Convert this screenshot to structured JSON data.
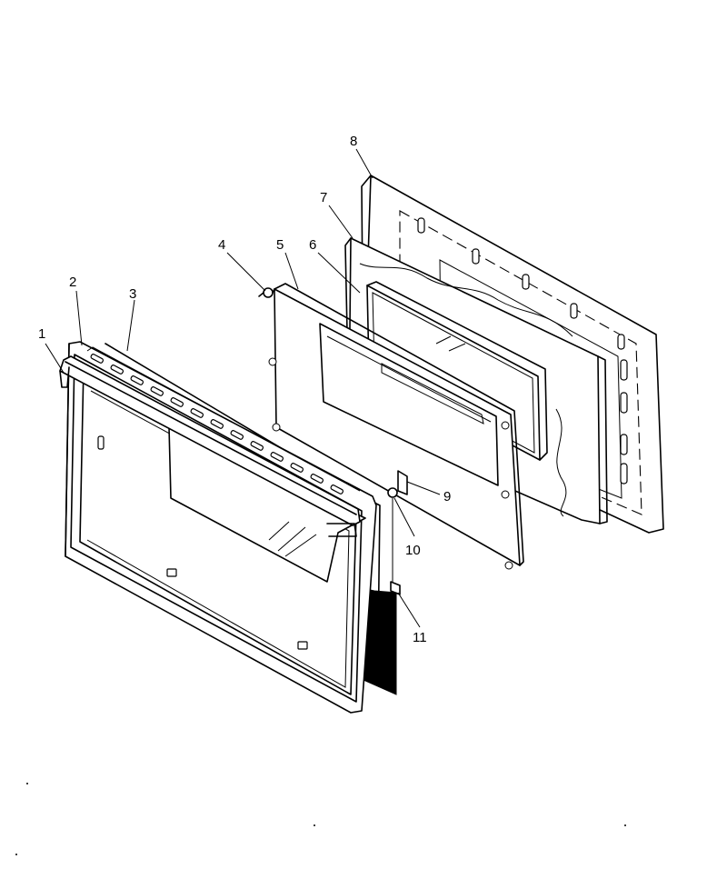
{
  "diagram": {
    "callouts": [
      {
        "id": "1",
        "label": "1"
      },
      {
        "id": "2",
        "label": "2"
      },
      {
        "id": "3",
        "label": "3"
      },
      {
        "id": "4",
        "label": "4"
      },
      {
        "id": "5",
        "label": "5"
      },
      {
        "id": "6",
        "label": "6"
      },
      {
        "id": "7",
        "label": "7"
      },
      {
        "id": "8",
        "label": "8"
      },
      {
        "id": "9",
        "label": "9"
      },
      {
        "id": "10",
        "label": "10"
      },
      {
        "id": "11",
        "label": "11"
      }
    ]
  }
}
